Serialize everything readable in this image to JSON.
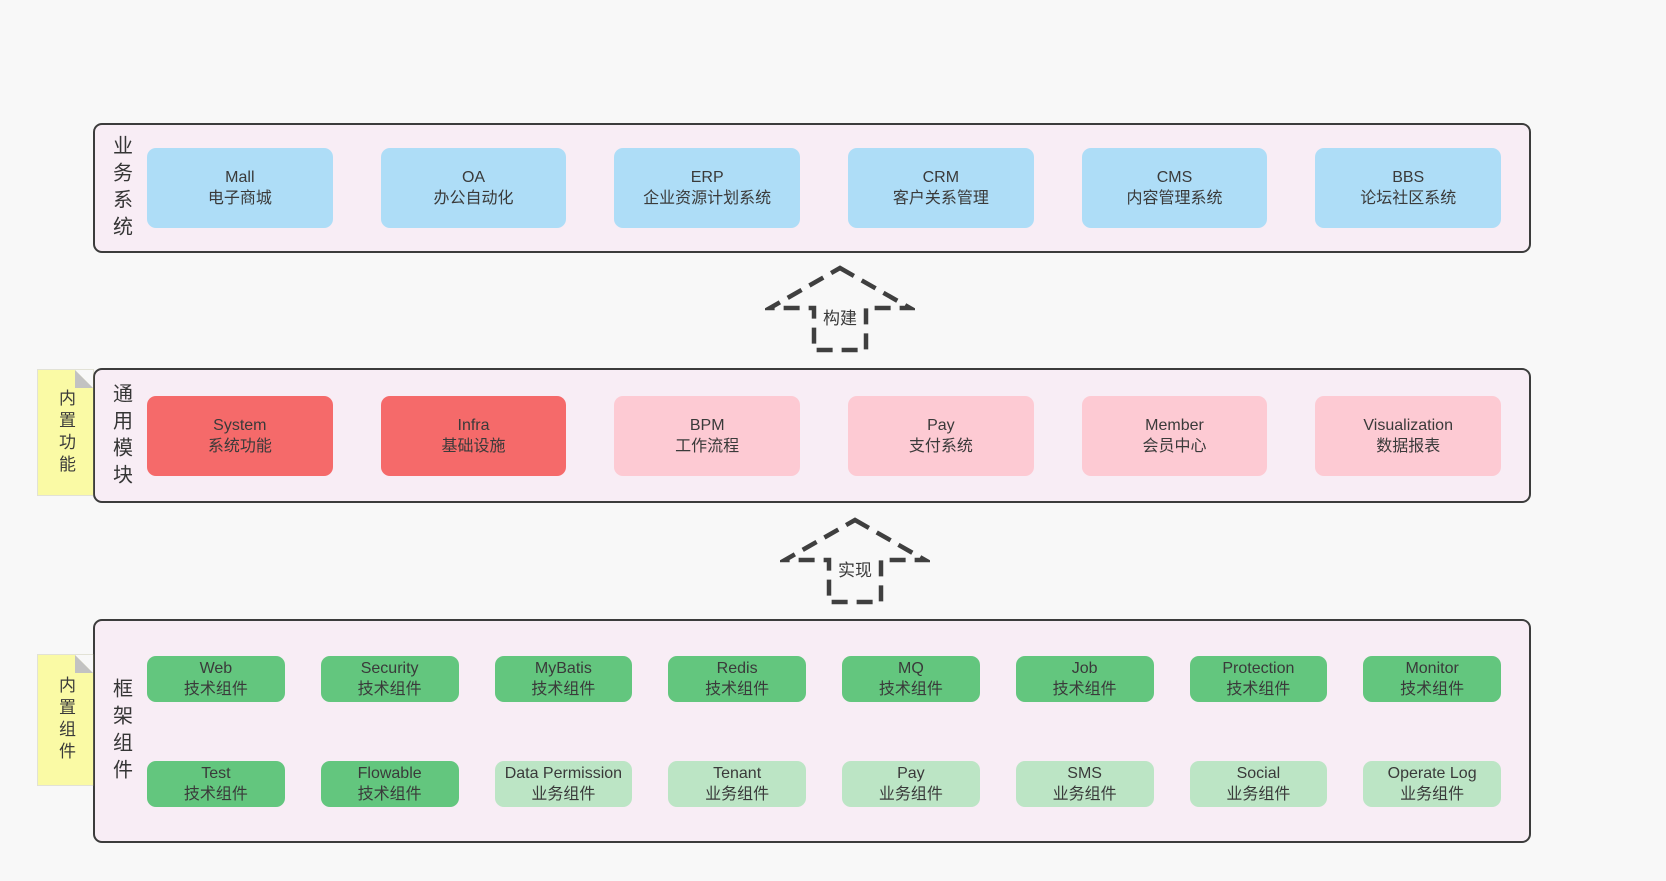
{
  "colors": {
    "page_bg": "#f8f8f8",
    "band_bg": "#f8edf5",
    "band_border": "#3c3c3c",
    "blue": "#aeddf7",
    "red": "#f56a6a",
    "pink": "#fdcad3",
    "green": "#63c67e",
    "green_light": "#bce5c5",
    "sticky_yellow": "#fafaa5",
    "fold_gray": "#c2c2c2",
    "arrow_stroke": "#3f3f3f"
  },
  "arrows": [
    {
      "label": "构建"
    },
    {
      "label": "实现"
    }
  ],
  "bands": [
    {
      "label": "业务系统",
      "sticky": null,
      "boxes": [
        {
          "en": "Mall",
          "zh": "电子商城",
          "type": "blue"
        },
        {
          "en": "OA",
          "zh": "办公自动化",
          "type": "blue"
        },
        {
          "en": "ERP",
          "zh": "企业资源计划系统",
          "type": "blue"
        },
        {
          "en": "CRM",
          "zh": "客户关系管理",
          "type": "blue"
        },
        {
          "en": "CMS",
          "zh": "内容管理系统",
          "type": "blue"
        },
        {
          "en": "BBS",
          "zh": "论坛社区系统",
          "type": "blue"
        }
      ]
    },
    {
      "label": "通用模块",
      "sticky": "内置功能",
      "boxes": [
        {
          "en": "System",
          "zh": "系统功能",
          "type": "red"
        },
        {
          "en": "Infra",
          "zh": "基础设施",
          "type": "red"
        },
        {
          "en": "BPM",
          "zh": "工作流程",
          "type": "pink"
        },
        {
          "en": "Pay",
          "zh": "支付系统",
          "type": "pink"
        },
        {
          "en": "Member",
          "zh": "会员中心",
          "type": "pink"
        },
        {
          "en": "Visualization",
          "zh": "数据报表",
          "type": "pink"
        }
      ]
    },
    {
      "label": "框架组件",
      "sticky": "内置组件",
      "boxes": [
        {
          "en": "Web",
          "zh": "技术组件",
          "type": "green"
        },
        {
          "en": "Security",
          "zh": "技术组件",
          "type": "green"
        },
        {
          "en": "MyBatis",
          "zh": "技术组件",
          "type": "green"
        },
        {
          "en": "Redis",
          "zh": "技术组件",
          "type": "green"
        },
        {
          "en": "MQ",
          "zh": "技术组件",
          "type": "green"
        },
        {
          "en": "Job",
          "zh": "技术组件",
          "type": "green"
        },
        {
          "en": "Protection",
          "zh": "技术组件",
          "type": "green"
        },
        {
          "en": "Monitor",
          "zh": "技术组件",
          "type": "green"
        },
        {
          "en": "Test",
          "zh": "技术组件",
          "type": "green"
        },
        {
          "en": "Flowable",
          "zh": "技术组件",
          "type": "green"
        },
        {
          "en": "Data Permission",
          "zh": "业务组件",
          "type": "green_light"
        },
        {
          "en": "Tenant",
          "zh": "业务组件",
          "type": "green_light"
        },
        {
          "en": "Pay",
          "zh": "业务组件",
          "type": "green_light"
        },
        {
          "en": "SMS",
          "zh": "业务组件",
          "type": "green_light"
        },
        {
          "en": "Social",
          "zh": "业务组件",
          "type": "green_light"
        },
        {
          "en": "Operate Log",
          "zh": "业务组件",
          "type": "green_light"
        }
      ]
    }
  ]
}
